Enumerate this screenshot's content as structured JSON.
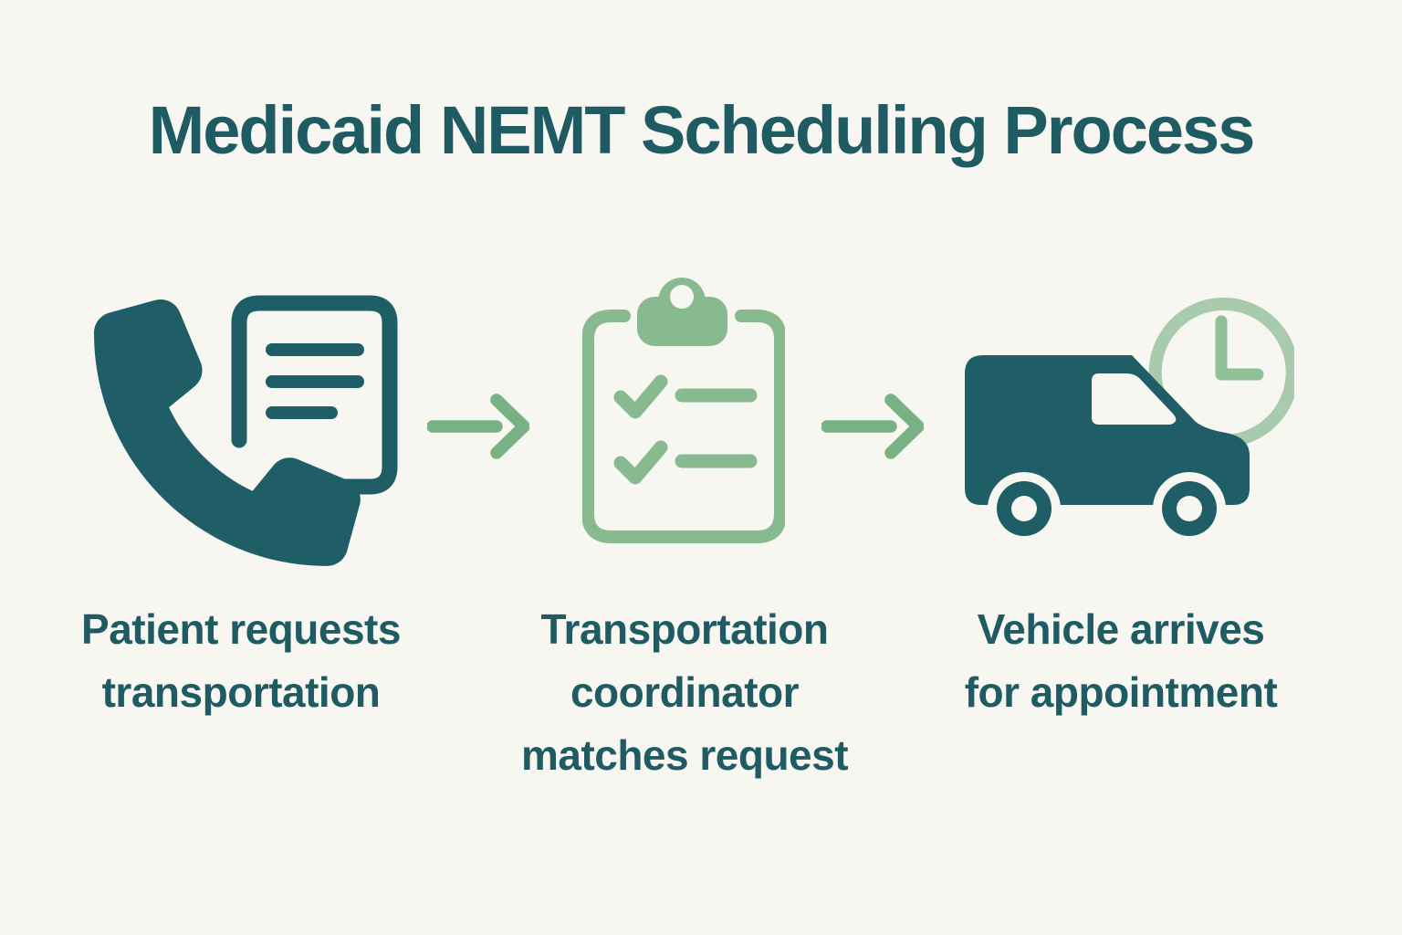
{
  "title": "Medicaid NEMT Scheduling Process",
  "steps": [
    {
      "icon": "phone-document-icon",
      "label": "Patient requests\ntransportation"
    },
    {
      "icon": "clipboard-checklist-icon",
      "label": "Transportation\ncoordinator\nmatches request"
    },
    {
      "icon": "van-clock-icon",
      "label": "Vehicle arrives\nfor appointment"
    }
  ],
  "connectors": [
    {
      "icon": "arrow-right-icon"
    },
    {
      "icon": "arrow-right-icon"
    }
  ],
  "colors": {
    "background": "#f8f6f0",
    "teal": "#1f5e66",
    "text_teal": "#1e5b63",
    "green": "#87ba8e",
    "clock_green": "#a9cbad",
    "hand_green": "#8fbf97",
    "arrow_green": "#78b184"
  }
}
